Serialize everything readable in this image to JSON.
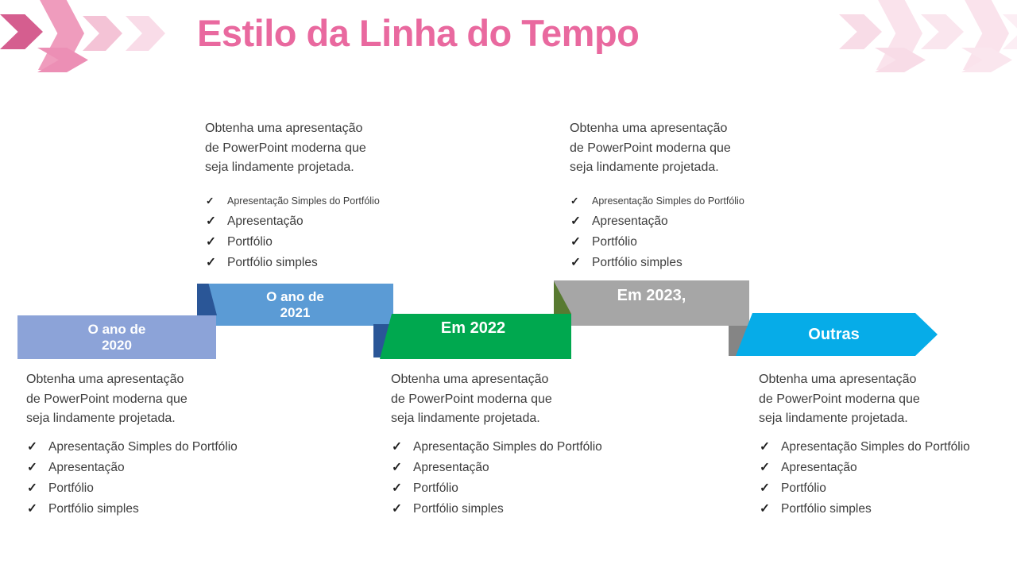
{
  "title": "Estilo da Linha do Tempo",
  "icons": {
    "check": "✓"
  },
  "palette": {
    "title_pink": "#E9699F",
    "body_text": "#3D3D3D",
    "check_black": "#1F1F1F",
    "bar_label_white": "#FFFFFF",
    "bar_2020": "#8CA3D8",
    "bar_2021": "#5B9BD5",
    "fold_navy": "#2A5697",
    "bar_2022": "#00A84F",
    "fold_olive": "#587A31",
    "bar_2023": "#A6A6A6",
    "fold_gray": "#858585",
    "bar_outras": "#06ACE8",
    "chev_dark": "#D55E8F",
    "chev_med": "#EF9CBD",
    "chev_med2": "#EC8FB5",
    "chev_light": "#F4C3D6",
    "chev_xlight": "#F9DCE8",
    "chev_faint1": "#F8DCE7",
    "chev_faint2": "#FAE3EC",
    "chev_faint3": "#FAE6EE",
    "chev_faint4": "#FCEEF4"
  },
  "timeline": [
    {
      "id": "2020",
      "label_lines": [
        "O ano de",
        "2020"
      ]
    },
    {
      "id": "2021",
      "label_lines": [
        "O ano de",
        "2021"
      ]
    },
    {
      "id": "2022",
      "label_lines": [
        "Em 2022"
      ]
    },
    {
      "id": "2023",
      "label_lines": [
        "Em 2023,"
      ]
    },
    {
      "id": "outras",
      "label_lines": [
        "Outras"
      ]
    }
  ],
  "blocks": [
    {
      "for": "2021",
      "position": "top",
      "paragraph_lines": [
        "Obtenha uma apresentação",
        "de PowerPoint moderna que",
        "seja lindamente projetada."
      ],
      "items": [
        "Apresentação Simples do Portfólio",
        "Apresentação",
        "Portfólio",
        "Portfólio simples"
      ]
    },
    {
      "for": "2023",
      "position": "top",
      "paragraph_lines": [
        "Obtenha uma apresentação",
        "de PowerPoint moderna que",
        "seja lindamente projetada."
      ],
      "items": [
        "Apresentação Simples do Portfólio",
        "Apresentação",
        "Portfólio",
        "Portfólio simples"
      ]
    },
    {
      "for": "2020",
      "position": "bottom",
      "paragraph_lines": [
        "Obtenha uma apresentação",
        "de PowerPoint moderna que",
        "seja lindamente projetada."
      ],
      "items": [
        "Apresentação Simples do Portfólio",
        "Apresentação",
        "Portfólio",
        "Portfólio simples"
      ]
    },
    {
      "for": "2022",
      "position": "bottom",
      "paragraph_lines": [
        "Obtenha uma apresentação",
        "de PowerPoint moderna que",
        "seja lindamente projetada."
      ],
      "items": [
        "Apresentação Simples do Portfólio",
        "Apresentação",
        "Portfólio",
        "Portfólio simples"
      ]
    },
    {
      "for": "outras",
      "position": "bottom",
      "paragraph_lines": [
        "Obtenha uma apresentação",
        "de PowerPoint moderna que",
        "seja lindamente projetada."
      ],
      "items": [
        "Apresentação Simples do Portfólio",
        "Apresentação",
        "Portfólio",
        "Portfólio simples"
      ]
    }
  ]
}
